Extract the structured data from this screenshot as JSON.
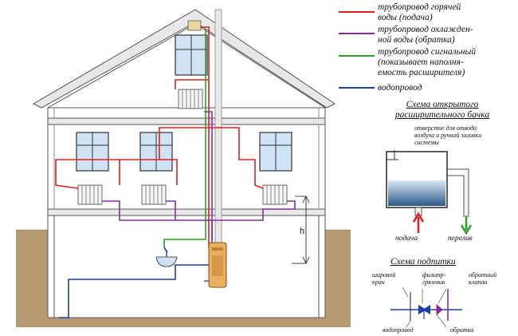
{
  "legend": {
    "hot_supply": "трубопровод горячей\nводы (подача)",
    "cold_return": "трубопровод охлажден-\nной воды (обратка)",
    "signal": "трубопровод сигнальный\n(показывает наполня-\nемость расширителя)",
    "water_main": "водопровод"
  },
  "open_tank": {
    "title": "Схема открытого\nрасширительного бачка",
    "vent_note": "отверстие для отвода\nвоздуха и ручной заливки\nсистемы",
    "supply_label": "подача",
    "overflow_label": "перелив"
  },
  "makeup": {
    "title": "Схема подпитки",
    "ball_valve": "шаровой\nкран",
    "filter": "фильтр-\nгрязевик",
    "check_valve": "обратный\nклапан",
    "water_main": "водопровод",
    "return": "обратка"
  },
  "height_label": "h",
  "colors": {
    "hot": "#e02020",
    "cold": "#8a2aa0",
    "signal": "#2e9e2e",
    "water": "#1b3fa8",
    "ground": "#b59a72",
    "wall": "#ffffff",
    "outline": "#333333"
  }
}
